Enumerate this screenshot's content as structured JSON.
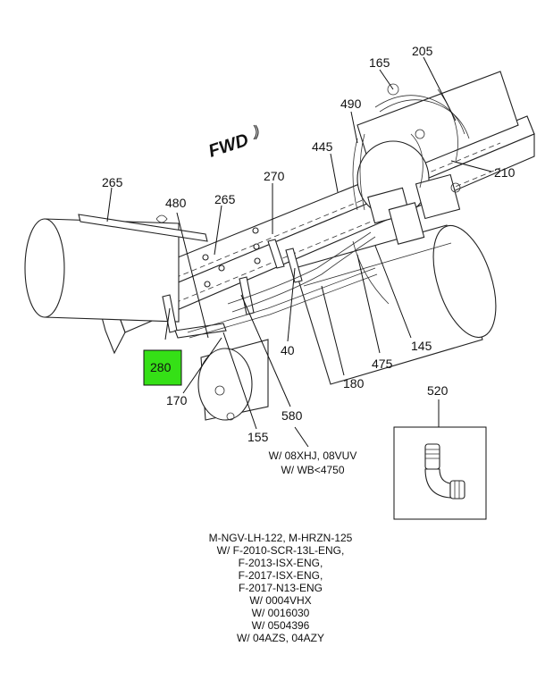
{
  "diagram": {
    "forward_label": "FWD",
    "callouts": {
      "c165": "165",
      "c205": "205",
      "c490": "490",
      "c445": "445",
      "c210": "210",
      "c270": "270",
      "c265a": "265",
      "c265b": "265",
      "c480": "480",
      "c280": "280",
      "c170": "170",
      "c40": "40",
      "c180": "180",
      "c475": "475",
      "c145": "145",
      "c580": "580",
      "c155": "155",
      "c520": "520"
    },
    "highlight_color": "#35e016",
    "wheelbase_note": [
      "W/ 08XHJ, 08VUV",
      "W/ WB<4750"
    ],
    "applicability_notes": [
      "M-NGV-LH-122, M-HRZN-125",
      "W/ F-2010-SCR-13L-ENG,",
      "F-2013-ISX-ENG,",
      "F-2017-ISX-ENG,",
      "F-2017-N13-ENG",
      "W/ 0004VHX",
      "W/ 0016030",
      "W/ 0504396",
      "W/ 04AZS, 04AZY"
    ]
  }
}
